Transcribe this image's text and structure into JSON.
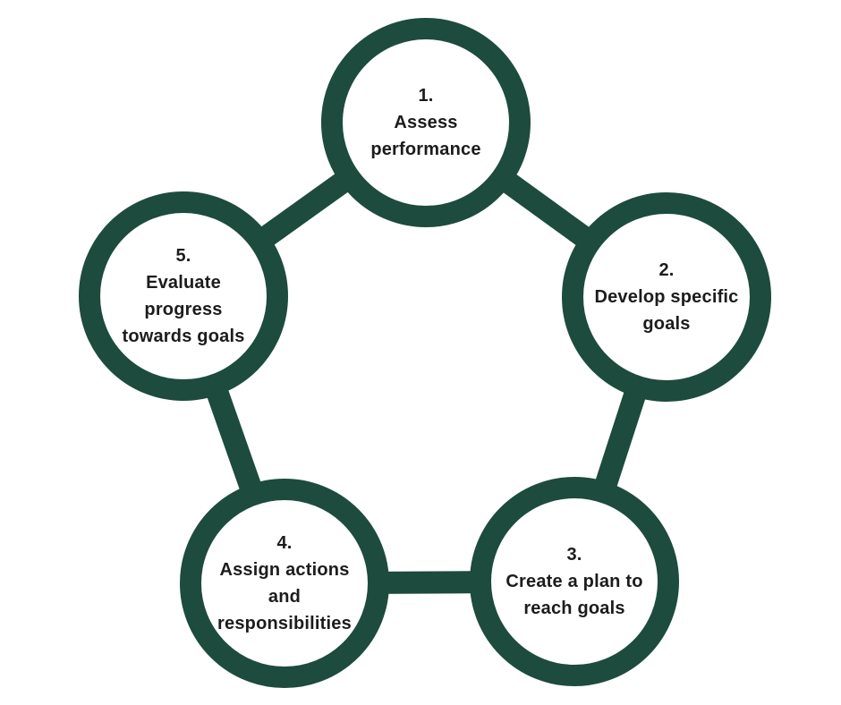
{
  "diagram": {
    "type": "cycle",
    "background_color": "#ffffff",
    "accent_color": "#1d4b3e",
    "text_color": "#1c1c1c",
    "nodes": [
      {
        "number": "1.",
        "label": "Assess\nperformance"
      },
      {
        "number": "2.",
        "label": "Develop specific\ngoals"
      },
      {
        "number": "3.",
        "label": "Create a plan to\nreach goals"
      },
      {
        "number": "4.",
        "label": "Assign actions\nand\nresponsibilities"
      },
      {
        "number": "5.",
        "label": "Evaluate\nprogress\ntowards goals"
      }
    ]
  }
}
